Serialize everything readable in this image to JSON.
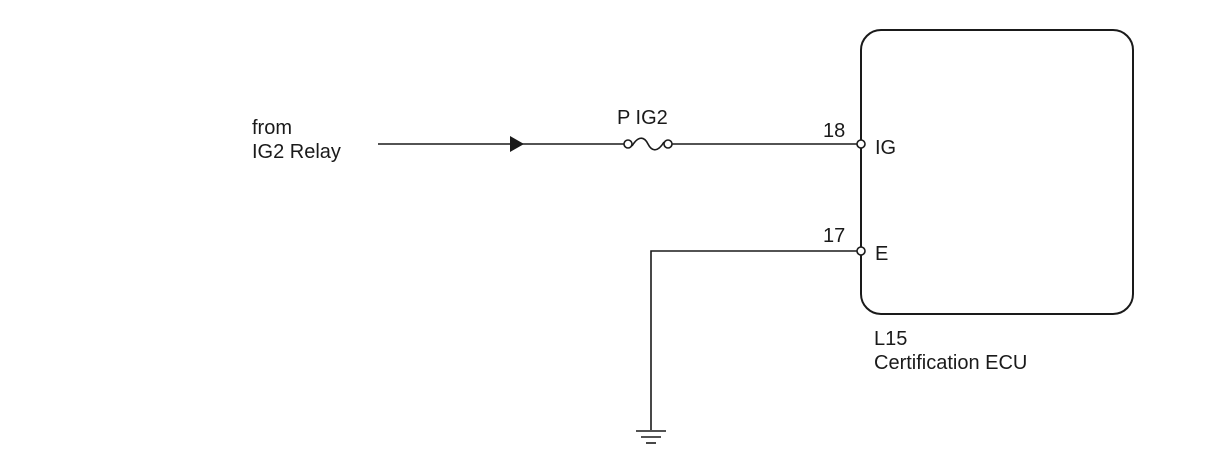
{
  "source": {
    "line1": "from",
    "line2": "IG2 Relay"
  },
  "fuse": {
    "label": "P IG2"
  },
  "ecu": {
    "code": "L15",
    "name": "Certification ECU",
    "pins": [
      {
        "number": "18",
        "name": "IG"
      },
      {
        "number": "17",
        "name": "E"
      }
    ]
  }
}
